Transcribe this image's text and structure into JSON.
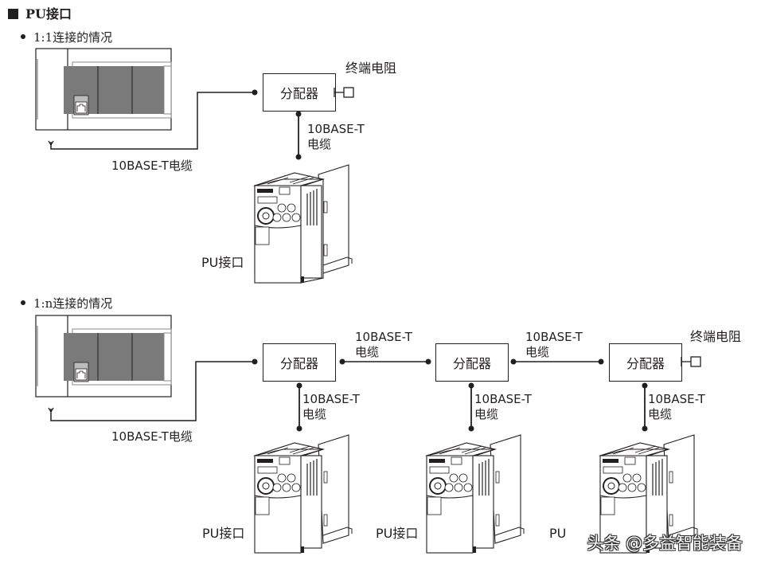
{
  "heading": "PU接口",
  "sections": [
    {
      "bullet": "1:1连接的情况",
      "plc_cable_label": "10BASE-T电缆",
      "hubs": [
        {
          "label": "分配器",
          "drop_cable_label": [
            "10BASE-T",
            "电缆"
          ],
          "inverter_port_label": "PU接口"
        }
      ],
      "terminator_label": "终端电阻"
    },
    {
      "bullet": "1:n连接的情况",
      "plc_cable_label": "10BASE-T电缆",
      "hubs": [
        {
          "label": "分配器",
          "drop_cable_label": [
            "10BASE-T",
            "电缆"
          ],
          "inverter_port_label": "PU接口"
        },
        {
          "label": "分配器",
          "drop_cable_label": [
            "10BASE-T",
            "电缆"
          ],
          "inverter_port_label": "PU接口"
        },
        {
          "label": "分配器",
          "drop_cable_label": [
            "10BASE-T",
            "电缆"
          ],
          "inverter_port_label": "PU"
        }
      ],
      "link_cable_labels": [
        [
          "10BASE-T",
          "电缆"
        ],
        [
          "10BASE-T",
          "电缆"
        ]
      ],
      "terminator_label": "终端电阻"
    }
  ],
  "watermark": "头条 @多益智能装备",
  "colors": {
    "line": "#231f20",
    "plc_module": "#7a7a7a",
    "background": "#ffffff"
  }
}
